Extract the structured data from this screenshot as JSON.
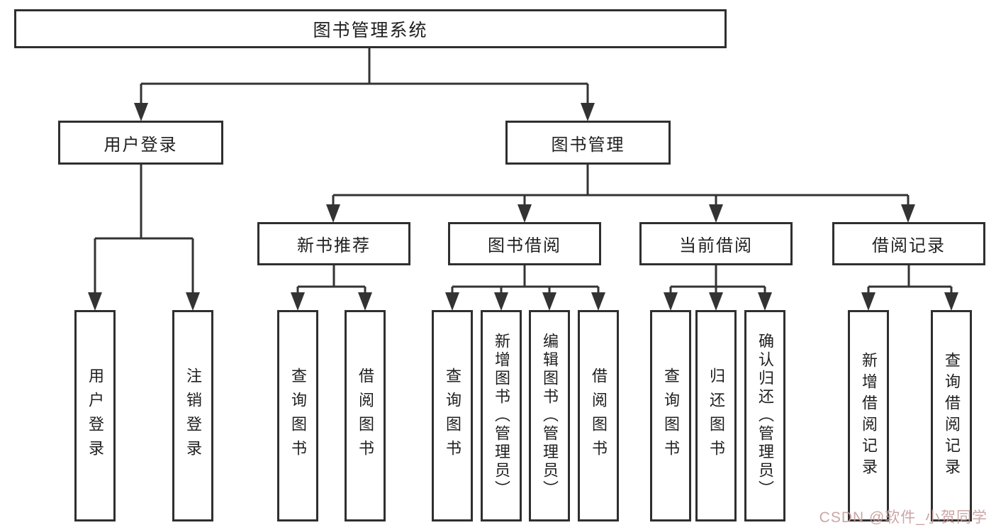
{
  "nodes": {
    "root": "图书管理系统",
    "user_login": "用户登录",
    "book_mgmt": "图书管理",
    "new_rec": "新书推荐",
    "book_borrow": "图书借阅",
    "cur_borrow": "当前借阅",
    "borrow_rec": "借阅记录",
    "leaves": {
      "user_login": "用户登录",
      "logout": "注销登录",
      "query_book_a": "查询图书",
      "borrow_book_a": "借阅图书",
      "query_book_b": "查询图书",
      "add_book": "新增图书（管理员）",
      "edit_book": "编辑图书（管理员）",
      "borrow_book_b": "借阅图书",
      "query_book_c": "查询图书",
      "return_book": "归还图书",
      "confirm_return": "确认归还（管理员）",
      "add_record": "新增借阅记录",
      "query_record": "查询借阅记录"
    }
  },
  "watermark": {
    "text": "CSDN @软件_小贺同学"
  },
  "colors": {
    "line": "#333333",
    "border": "#2f2f2f",
    "text": "#1f1f1f",
    "watermark": "#c79c9c",
    "background": "#ffffff"
  }
}
